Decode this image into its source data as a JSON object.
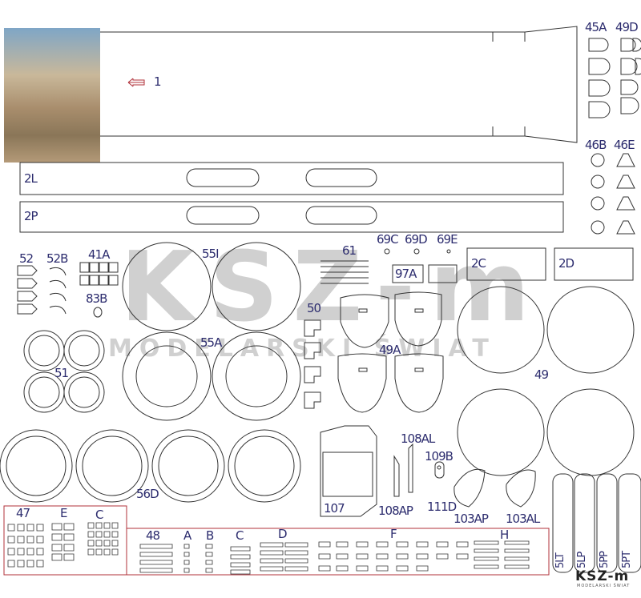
{
  "sheet": {
    "watermark": {
      "brand": "KSZ-m",
      "tagline": "MODELARSKI ŚWIAT"
    },
    "logo": {
      "brand": "KSZ-m",
      "tagline": "MODELARSKI ŚWIAT"
    },
    "labels": {
      "p1": "1",
      "p2L": "2L",
      "p2P": "2P",
      "p45A": "45A",
      "p49D": "49D",
      "p46B": "46B",
      "p46E": "46E",
      "p52": "52",
      "p52B": "52B",
      "p41A": "41A",
      "p83B": "83B",
      "p55I": "55I",
      "p61": "61",
      "p69C": "69C",
      "p69D": "69D",
      "p69E": "69E",
      "p97A": "97A",
      "p2C": "2C",
      "p2D": "2D",
      "p50": "50",
      "p55A": "55A",
      "p49A": "49A",
      "p51": "51",
      "p49": "49",
      "p56D": "56D",
      "p107": "107",
      "p108AL": "108AL",
      "p108AP": "108AP",
      "p109B": "109B",
      "p111D": "111D",
      "p103AP": "103AP",
      "p103AL": "103AL",
      "p47": "47",
      "pE": "E",
      "pC1": "C",
      "p48": "48",
      "pA": "A",
      "pB": "B",
      "pC2": "C",
      "pD": "D",
      "pF": "F",
      "pH": "H",
      "p5LT": "5LT",
      "p5LP": "5LP",
      "p5PP": "5PP",
      "p5PT": "5PT"
    },
    "colors": {
      "label": "#2c2c6e",
      "cutline": "#333333",
      "boxes": "#b0303a",
      "arrow": "#b0303a"
    }
  }
}
